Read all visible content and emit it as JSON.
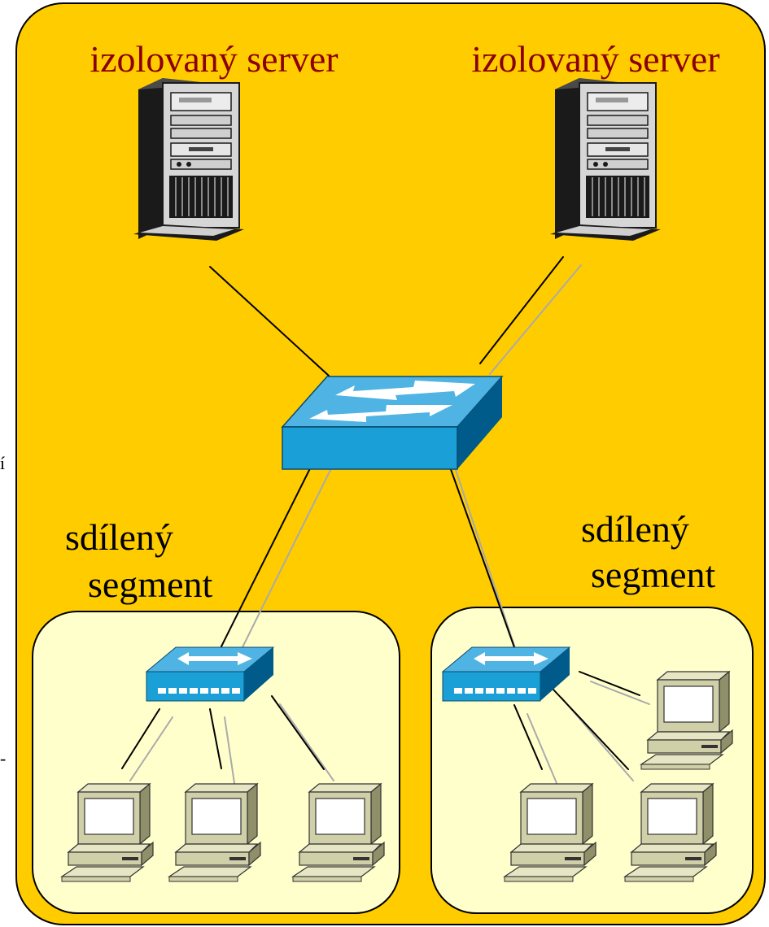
{
  "labels": {
    "server_left": "izolovaný server",
    "server_right": "izolovaný server",
    "segment_left_line1": "sdílený",
    "segment_left_line2": "segment",
    "segment_right_line1": "sdílený",
    "segment_right_line2": "segment",
    "edge_glyph_1": "í",
    "edge_glyph_2": "-"
  },
  "colors": {
    "outer_background": "#FFCC00",
    "segment_background": "#FFFFCC",
    "server_label": "#8B0000",
    "segment_label": "#000000",
    "switch_top": "#4FB3E3",
    "switch_front": "#1AA0D6",
    "switch_side": "#005A8A",
    "computer_body": "#CFCFA8",
    "computer_shadow": "#8F8F6A",
    "screen": "#FFFFFF"
  },
  "icons": {
    "server": "tower-server-icon",
    "central_switch": "switch-icon",
    "segment_hub": "hub-icon",
    "computer": "desktop-computer-icon"
  },
  "nodes": {
    "servers": 2,
    "central_switch": 1,
    "segment_hubs": 2,
    "computers_left_segment": 3,
    "computers_right_segment": 3
  }
}
